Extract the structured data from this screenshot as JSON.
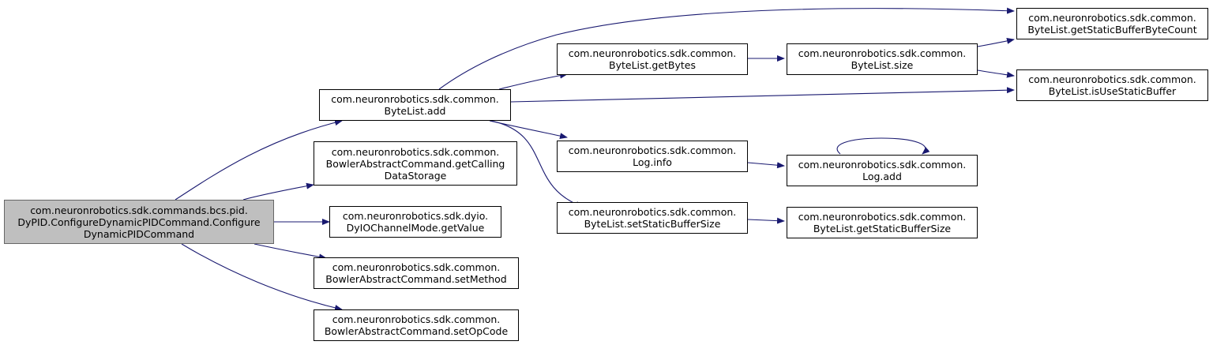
{
  "colors": {
    "edge": "#191970",
    "root_fill": "#bfbfbf",
    "root_border": "#666666",
    "node_border": "#000000"
  },
  "nodes": {
    "root": [
      "com.neuronrobotics.sdk.commands.bcs.pid.",
      "DyPID.ConfigureDynamicPIDCommand.Configure",
      "DynamicPIDCommand"
    ],
    "bytelist_add": [
      "com.neuronrobotics.sdk.common.",
      "ByteList.add"
    ],
    "get_calling_datastorage": [
      "com.neuronrobotics.sdk.common.",
      "BowlerAbstractCommand.getCalling",
      "DataStorage"
    ],
    "dyio_channelmode_getvalue": [
      "com.neuronrobotics.sdk.dyio.",
      "DyIOChannelMode.getValue"
    ],
    "set_method": [
      "com.neuronrobotics.sdk.common.",
      "BowlerAbstractCommand.setMethod"
    ],
    "set_opcode": [
      "com.neuronrobotics.sdk.common.",
      "BowlerAbstractCommand.setOpCode"
    ],
    "bytelist_getbytes": [
      "com.neuronrobotics.sdk.common.",
      "ByteList.getBytes"
    ],
    "log_info": [
      "com.neuronrobotics.sdk.common.",
      "Log.info"
    ],
    "bytelist_setstaticbuffersize": [
      "com.neuronrobotics.sdk.common.",
      "ByteList.setStaticBufferSize"
    ],
    "bytelist_size": [
      "com.neuronrobotics.sdk.common.",
      "ByteList.size"
    ],
    "log_add": [
      "com.neuronrobotics.sdk.common.",
      "Log.add"
    ],
    "bytelist_getstaticbuffersize": [
      "com.neuronrobotics.sdk.common.",
      "ByteList.getStaticBufferSize"
    ],
    "bytelist_getstaticbufferbytecount": [
      "com.neuronrobotics.sdk.common.",
      "ByteList.getStaticBufferByteCount"
    ],
    "bytelist_isusestaticbuffer": [
      "com.neuronrobotics.sdk.common.",
      "ByteList.isUseStaticBuffer"
    ]
  }
}
